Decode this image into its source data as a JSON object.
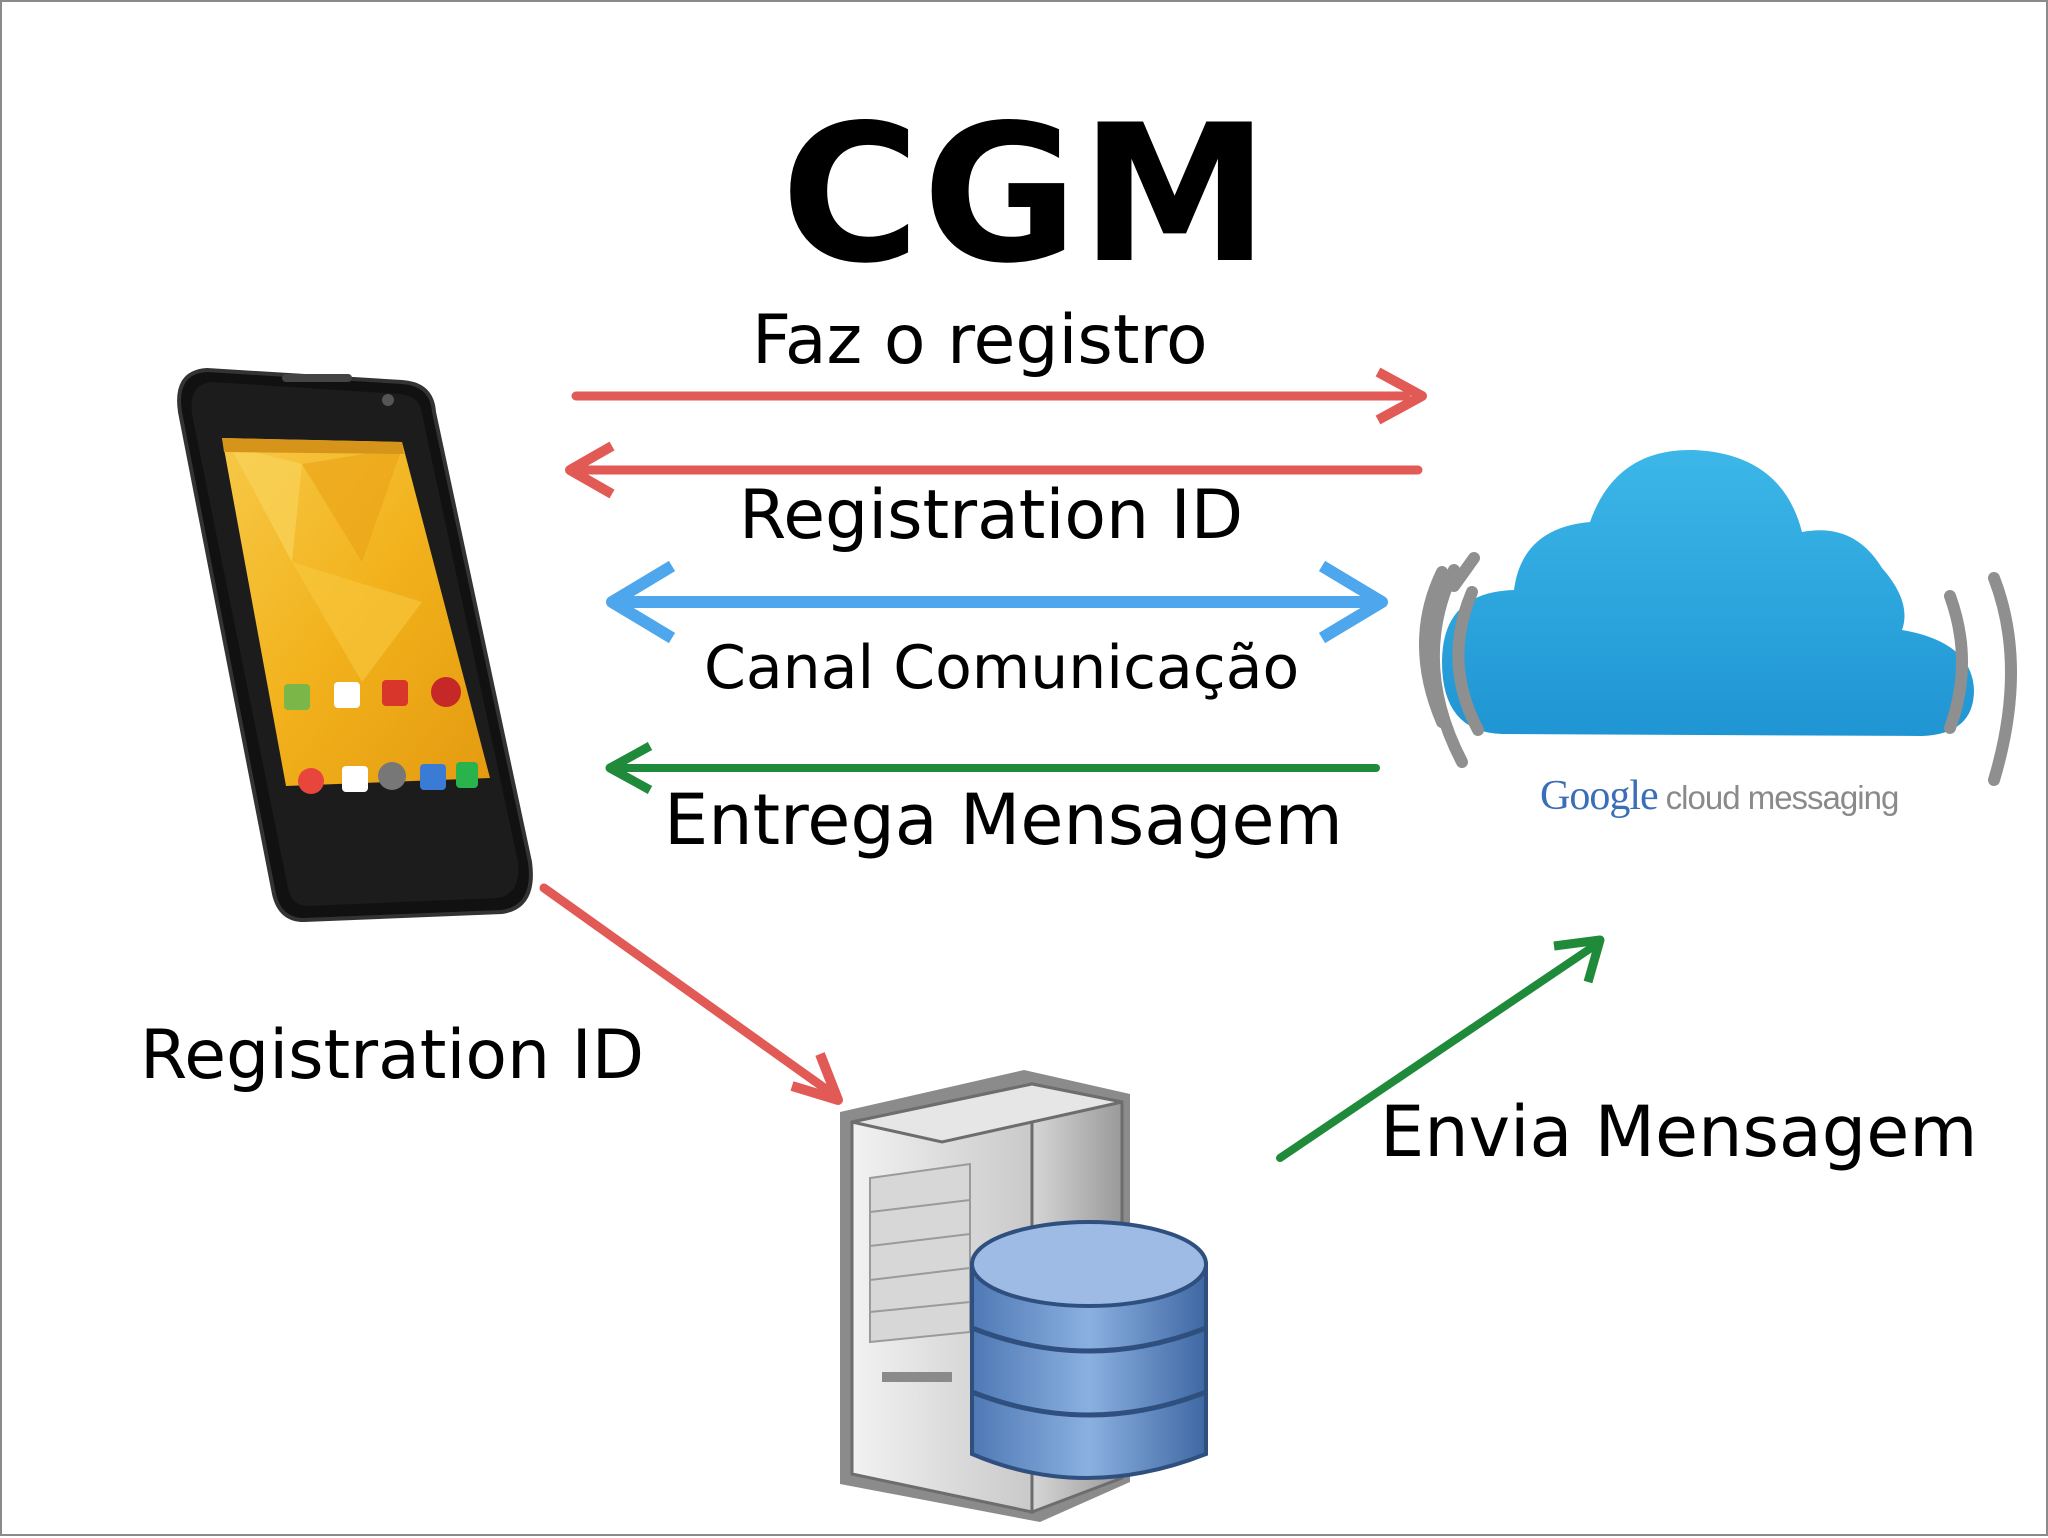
{
  "title": "CGM",
  "arrows": {
    "register_label": "Faz o registro",
    "registration_id_label": "Registration ID",
    "channel_label": "Canal Comunicação",
    "deliver_label": "Entrega Mensagem",
    "phone_to_server_label": "Registration ID",
    "server_to_cloud_label": "Envia Mensagem"
  },
  "cloud_logo": {
    "brand": "Google",
    "product": "cloud messaging"
  },
  "colors": {
    "red_arrow": "#e25a55",
    "blue_arrow": "#4ea6ec",
    "green_arrow": "#1f8a3a",
    "cloud": "#36aee2",
    "phone_screen": "#f4b41a"
  }
}
